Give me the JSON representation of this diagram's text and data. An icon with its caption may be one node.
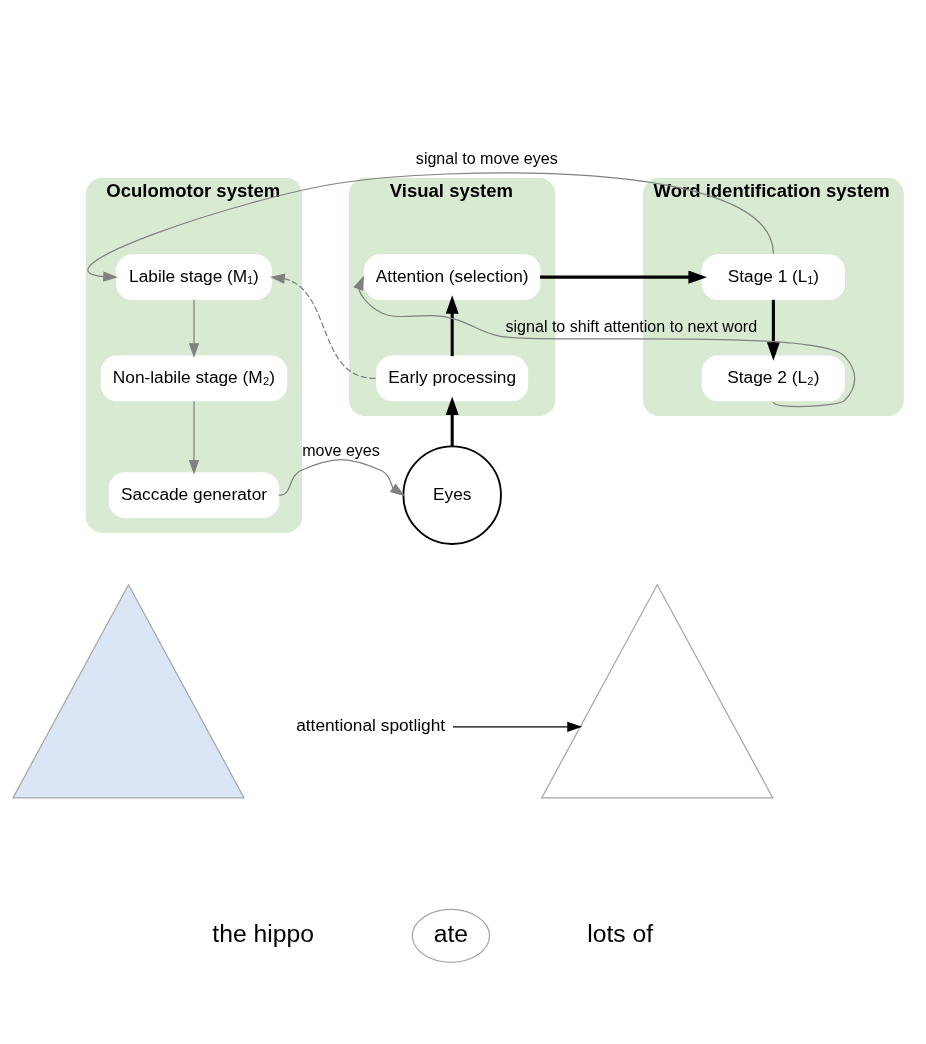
{
  "diagram": {
    "nodes": [
      {
        "text": [
          "Oculomotor system"
        ]
      },
      {
        "text": [
          "Labile stage (M₁)"
        ],
        "in": 0
      },
      {
        "text": [
          "Non-labile stage (M₂)"
        ],
        "in": 0
      },
      {
        "text": [
          "Saccade generator"
        ],
        "in": 0
      },
      {
        "text": [
          "Visual system"
        ]
      },
      {
        "text": [
          "Attention (selection)"
        ],
        "in": 4
      },
      {
        "text": [
          "Early processing"
        ],
        "in": 4
      },
      {
        "text": [
          "Word identification system"
        ]
      },
      {
        "text": [
          "Stage 1 (L₁)"
        ],
        "in": 7
      },
      {
        "text": [
          "Stage 2 (L₂)"
        ],
        "in": 7
      },
      {
        "text": [
          "Eyes"
        ]
      },
      {
        "text": [],
        "shape": "cone"
      },
      {
        "text": [],
        "shape": "cone"
      },
      {
        "text": [
          "attentional spotlight"
        ]
      }
    ],
    "edges": [
      {
        "from": 8,
        "to": 1,
        "arrow": "to",
        "label": "signal to move eyes"
      },
      {
        "from": 5,
        "to": 8,
        "arrow": "to",
        "style": "thick",
        "color": "#000000"
      },
      {
        "from": 8,
        "to": 9,
        "arrow": "to",
        "style": "thick",
        "color": "#000000"
      },
      {
        "from": 6,
        "to": 5,
        "arrow": "to",
        "style": "thick",
        "color": "#000000"
      },
      {
        "from": 6,
        "to": 1,
        "arrow": "to",
        "style": "dashed"
      },
      {
        "from": 1,
        "to": 2,
        "arrow": "to"
      },
      {
        "from": 2,
        "to": 3,
        "arrow": "to"
      },
      {
        "from": 9,
        "to": 5,
        "arrow": "to",
        "label": "signal to shift attention to next word"
      },
      {
        "from": 10,
        "to": 6,
        "arrow": "to",
        "style": "thick",
        "color": "#000000"
      },
      {
        "from": 3,
        "to": 10,
        "arrow": "to",
        "label": "move eyes"
      },
      {
        "from": 13,
        "to": 12,
        "arrow": "to",
        "color": "#000000"
      }
    ],
    "labels": [
      "the hippo",
      "ate",
      "lots of"
    ]
  }
}
